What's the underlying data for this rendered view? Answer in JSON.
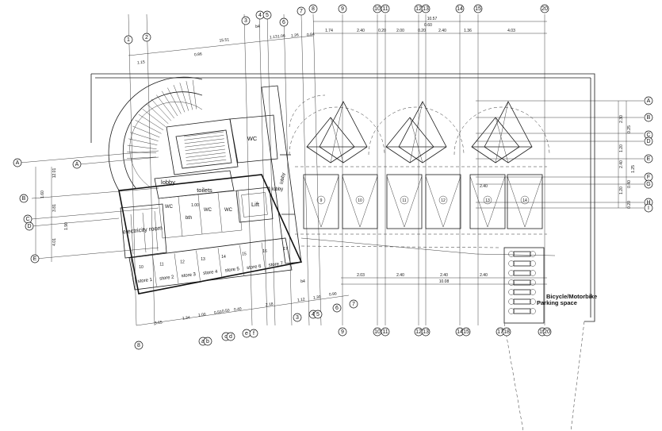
{
  "colors": {
    "ink": "#1a1a1a",
    "paper": "#ffffff"
  },
  "grid": {
    "top": [
      "1",
      "2",
      "3",
      "4",
      "5",
      "6",
      "7",
      "8",
      "9",
      "10",
      "11",
      "12",
      "13",
      "14",
      "15",
      "20"
    ],
    "bottom": [
      "9",
      "10",
      "11",
      "12",
      "13",
      "14",
      "15",
      "17",
      "18",
      "19",
      "20"
    ],
    "bottom_left": [
      "8",
      "a",
      "b",
      "c",
      "d",
      "e",
      "f"
    ],
    "bottom_mid": [
      "3",
      "4",
      "5",
      "6",
      "7"
    ],
    "right": [
      "A",
      "B",
      "C",
      "D",
      "E",
      "F",
      "G",
      "H",
      "I"
    ],
    "left": [
      "A",
      "A",
      "B",
      "C",
      "D",
      "E"
    ]
  },
  "dims": {
    "top_outer": "15.51",
    "top_row": [
      "1.74",
      "2.40",
      "0.20",
      "2.00",
      "0.20",
      "2.40",
      "1.36",
      "4.03"
    ],
    "top_mid": "10.57",
    "top_small": "0.60",
    "top_left": [
      "1.15",
      "0.86"
    ],
    "top_b4": "b4",
    "top_near": [
      "1.13",
      "1.06",
      "1.26",
      "0.84"
    ],
    "bottom_row": [
      "2.03",
      "2.40",
      "2.40",
      "2.40"
    ],
    "bottom_total": "10.08",
    "bottom_left": [
      "3.65",
      "1.34",
      "1.00",
      "0.50",
      "0.50",
      "0.40",
      "2.18",
      "1.12",
      "1.30",
      "0.90"
    ],
    "bottom_b4": "b4",
    "right": [
      "2.30",
      "0.25",
      "1.20",
      "1.25",
      "2.40",
      "1.20",
      "0.20",
      "0.40"
    ],
    "left": [
      "12.01",
      "1.60",
      "3.81",
      "1.90",
      "4.01"
    ],
    "bay_width": "2.40"
  },
  "rooms": {
    "wc_top": "WC",
    "lobby_right": "lobby",
    "lobby_mid": "lobby",
    "lobby_left": "lobby",
    "toilets": "toilets",
    "lift": "Lift",
    "electricity": "electricity room",
    "wc_small": "WC",
    "bath": "bth",
    "wc_small2": "WC",
    "wc_small3": "WC",
    "small_area": "1.00",
    "stores": [
      "store 1",
      "store 2",
      "store 3",
      "store 4",
      "store 5",
      "store 6",
      "store 7"
    ],
    "store_numbers": [
      "10",
      "11",
      "12",
      "13",
      "14",
      "15",
      "16",
      "17"
    ]
  },
  "parking": {
    "label_line1": "Bicycle/Motorbike",
    "label_line2": "Parking space",
    "bay_numbers": [
      "9",
      "10",
      "11",
      "12",
      "13",
      "14"
    ]
  }
}
